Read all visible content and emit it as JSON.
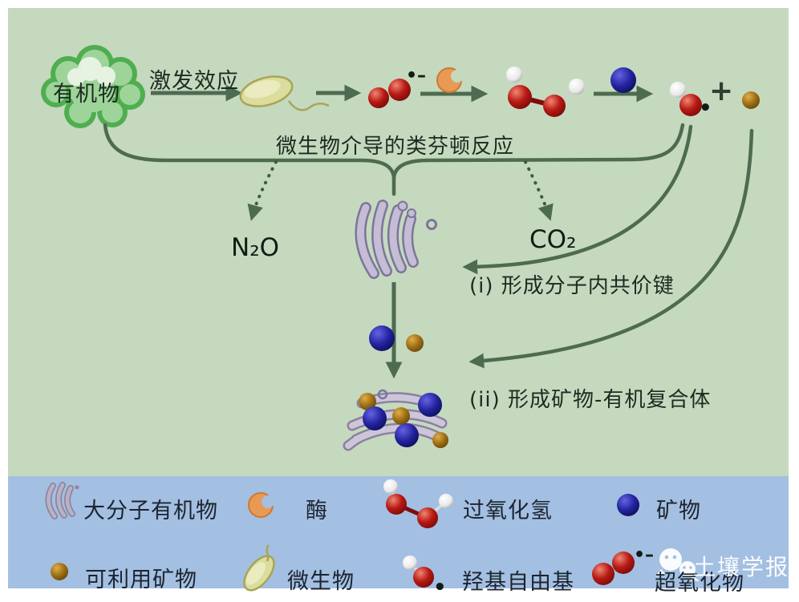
{
  "colors": {
    "canvas_green": "#c5d9bf",
    "legend_blue": "#a3bfe1",
    "arrow_green": "#4d6b50",
    "text_dark": "#1c2b20",
    "red_sphere": "#9b1210",
    "blue_sphere": "#1c1d96",
    "brown_sphere": "#9c6c14",
    "enzyme_orange": "#e89a55",
    "macromolecule_purple": "#c5bdd5",
    "microbe_yellow": "#dcdc9e",
    "cloud_green": "#4fae4f"
  },
  "diagram": {
    "organic_matter_label": "有机物",
    "priming_effect_label": "激发效应",
    "fenton_reaction_label": "微生物介导的类芬顿反应",
    "n2o_label": "N₂O",
    "co2_label": "CO₂",
    "step_i_label": "(i) 形成分子内共价键",
    "step_ii_label": "(ii) 形成矿物-有机复合体",
    "plus_sign": "+",
    "superoxide_charge": "•–",
    "radical_dot": "•"
  },
  "legend": {
    "row1": [
      {
        "icon": "macromolecule-icon",
        "label": "大分子有机物"
      },
      {
        "icon": "enzyme-icon",
        "label": "酶"
      },
      {
        "icon": "hydrogen-peroxide-icon",
        "label": "过氧化氢"
      },
      {
        "icon": "mineral-icon",
        "label": "矿物"
      }
    ],
    "row2": [
      {
        "icon": "available-mineral-icon",
        "label": "可利用矿物"
      },
      {
        "icon": "microbe-icon",
        "label": "微生物"
      },
      {
        "icon": "hydroxyl-radical-icon",
        "label": "羟基自由基"
      },
      {
        "icon": "superoxide-icon",
        "label": "超氧化物"
      }
    ]
  },
  "watermark": {
    "publisher": "土壤学报"
  }
}
